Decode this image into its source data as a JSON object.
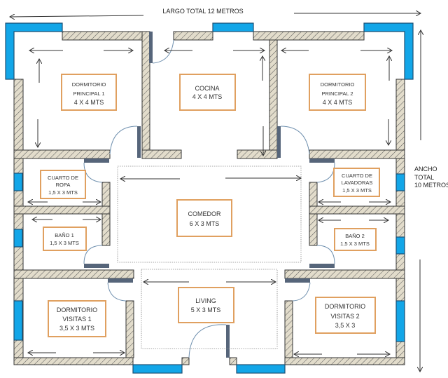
{
  "title": "LARGO TOTAL 12 METROS",
  "side_dimension": [
    "ANCHO",
    "TOTAL",
    "10 METROS"
  ],
  "colors": {
    "window": "#12a6e8",
    "label_border": "#e0a060",
    "wall_fill": "#e2dccb"
  },
  "rooms": [
    {
      "id": "dormitorio-principal-1",
      "lines": [
        "DORMITORIO",
        "PRINCIPAL 1",
        "4 X 4 MTS"
      ]
    },
    {
      "id": "cocina",
      "lines": [
        "COCINA",
        "4 X 4 MTS"
      ]
    },
    {
      "id": "dormitorio-principal-2",
      "lines": [
        "DORMITORIO",
        "PRINCIPAL 2",
        "4 X 4 MTS"
      ]
    },
    {
      "id": "cuarto-de-ropa",
      "lines": [
        "CUARTO DE",
        "ROPA",
        "1,5 X 3 MTS"
      ]
    },
    {
      "id": "cuarto-de-lavadoras",
      "lines": [
        "CUARTO DE",
        "LAVADORAS",
        "1,5 X 3 MTS"
      ]
    },
    {
      "id": "comedor",
      "lines": [
        "COMEDOR",
        "6 X 3 MTS"
      ]
    },
    {
      "id": "bano-1",
      "lines": [
        "BAÑO 1",
        "1,5 X  3 MTS"
      ]
    },
    {
      "id": "bano-2",
      "lines": [
        "BAÑO 2",
        "1,5 X 3 MTS"
      ]
    },
    {
      "id": "living",
      "lines": [
        "LIVING",
        "5 X 3 MTS"
      ]
    },
    {
      "id": "dormitorio-visitas-1",
      "lines": [
        "DORMITORIO",
        "VISITAS 1",
        "3,5 X 3 MTS"
      ]
    },
    {
      "id": "dormitorio-visitas-2",
      "lines": [
        "DORMITORIO",
        "VISITAS 2",
        "3,5 X 3"
      ]
    }
  ]
}
